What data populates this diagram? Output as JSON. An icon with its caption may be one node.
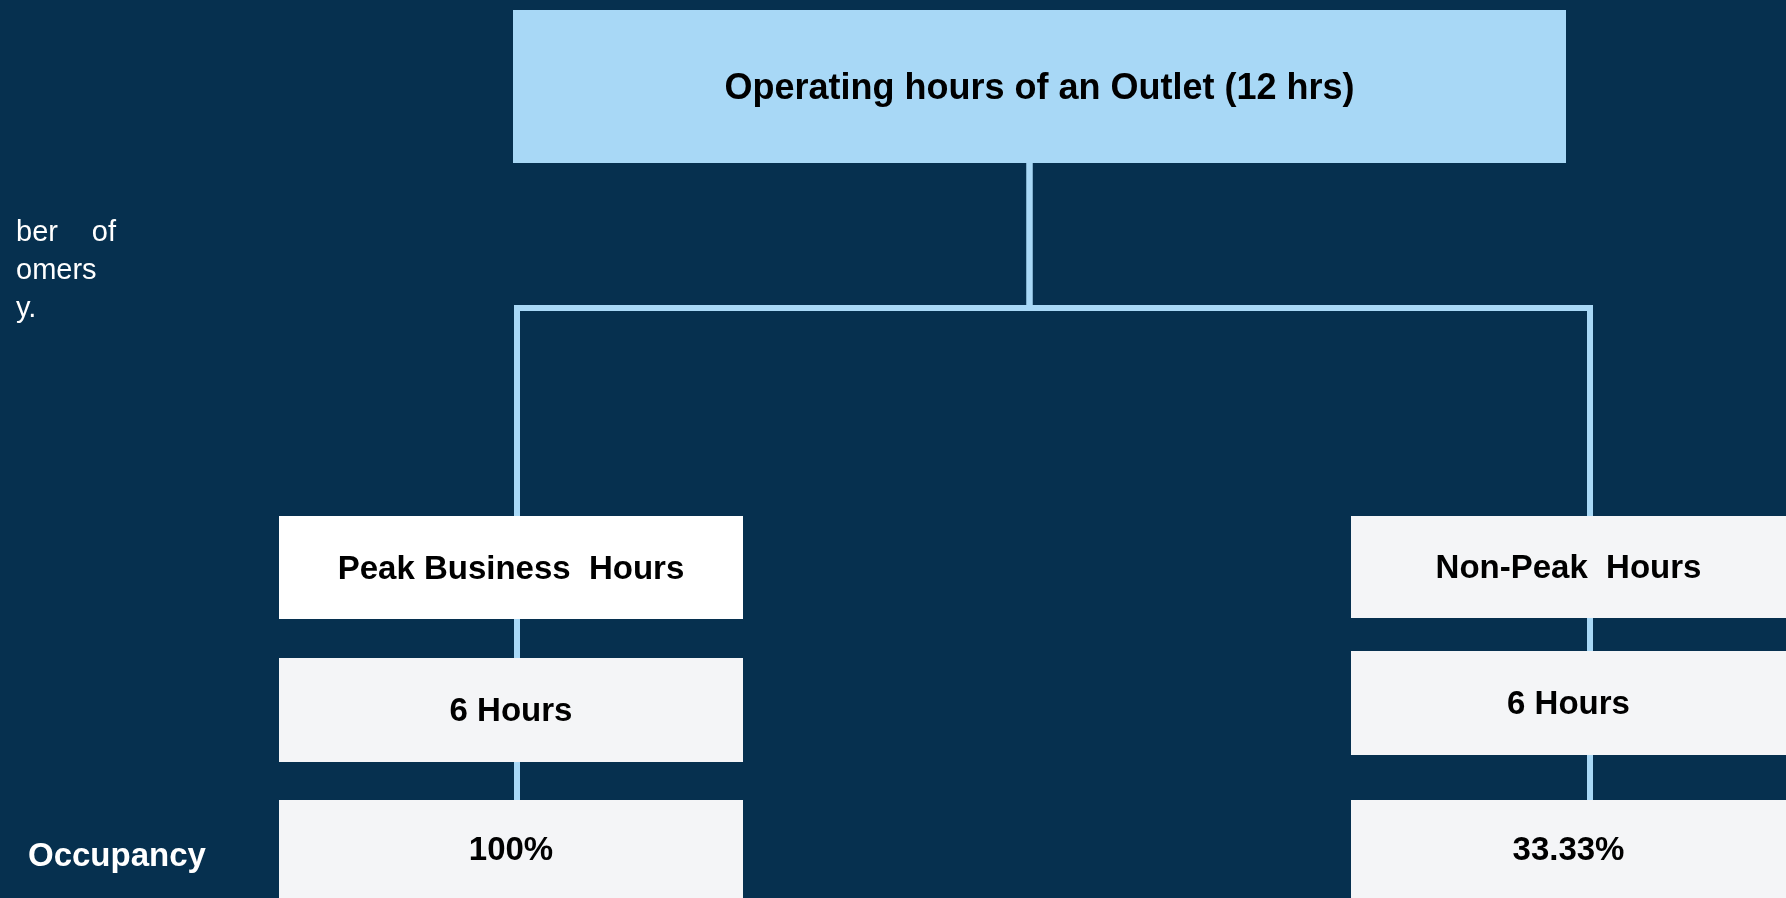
{
  "diagram": {
    "nodes": [
      {
        "text": [
          "Operating hours of an Outlet (12 hrs)"
        ]
      },
      {
        "text": [
          "Peak Business  Hours"
        ]
      },
      {
        "text": [
          "6 Hours"
        ]
      },
      {
        "text": [
          "100%"
        ]
      },
      {
        "text": [
          "Non-Peak  Hours"
        ]
      },
      {
        "text": [
          "6 Hours"
        ]
      },
      {
        "text": [
          "33.33%"
        ]
      }
    ],
    "edges": [
      {
        "from": 0,
        "to": 1,
        "arrow": "none"
      },
      {
        "from": 0,
        "to": 4,
        "arrow": "none"
      },
      {
        "from": 1,
        "to": 2,
        "arrow": "none"
      },
      {
        "from": 2,
        "to": 3,
        "arrow": "none"
      },
      {
        "from": 4,
        "to": 5,
        "arrow": "none"
      },
      {
        "from": 5,
        "to": 6,
        "arrow": "none"
      }
    ],
    "labels": [
      "ber of omers y.",
      "Occupancy"
    ]
  }
}
